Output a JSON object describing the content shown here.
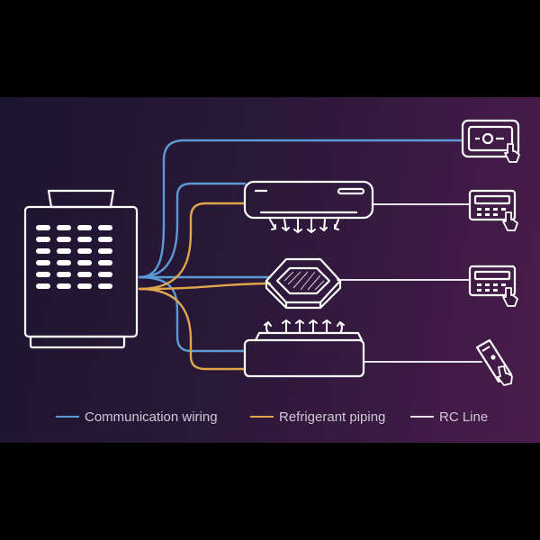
{
  "colors": {
    "communication": "#5b9bd5",
    "refrigerant": "#e0a64c",
    "rc_line": "#e8e2ec",
    "equipment_outline": "#ffffff",
    "background_left": "#1c1530",
    "background_right": "#4a1c4c"
  },
  "diagram": {
    "outdoor_unit": "outdoor-vrf-unit",
    "indoor_units": [
      "wall-mounted-unit",
      "ceiling-cassette-unit",
      "ducted-unit"
    ],
    "controllers": [
      "central-touch-controller",
      "wired-controller",
      "wired-controller",
      "wireless-remote-controller"
    ]
  },
  "legend": {
    "items": [
      {
        "label": "Communication wiring",
        "color": "#5b9bd5"
      },
      {
        "label": "Refrigerant piping",
        "color": "#e0a64c"
      },
      {
        "label": "RC Line",
        "color": "#e8e2ec"
      }
    ]
  }
}
